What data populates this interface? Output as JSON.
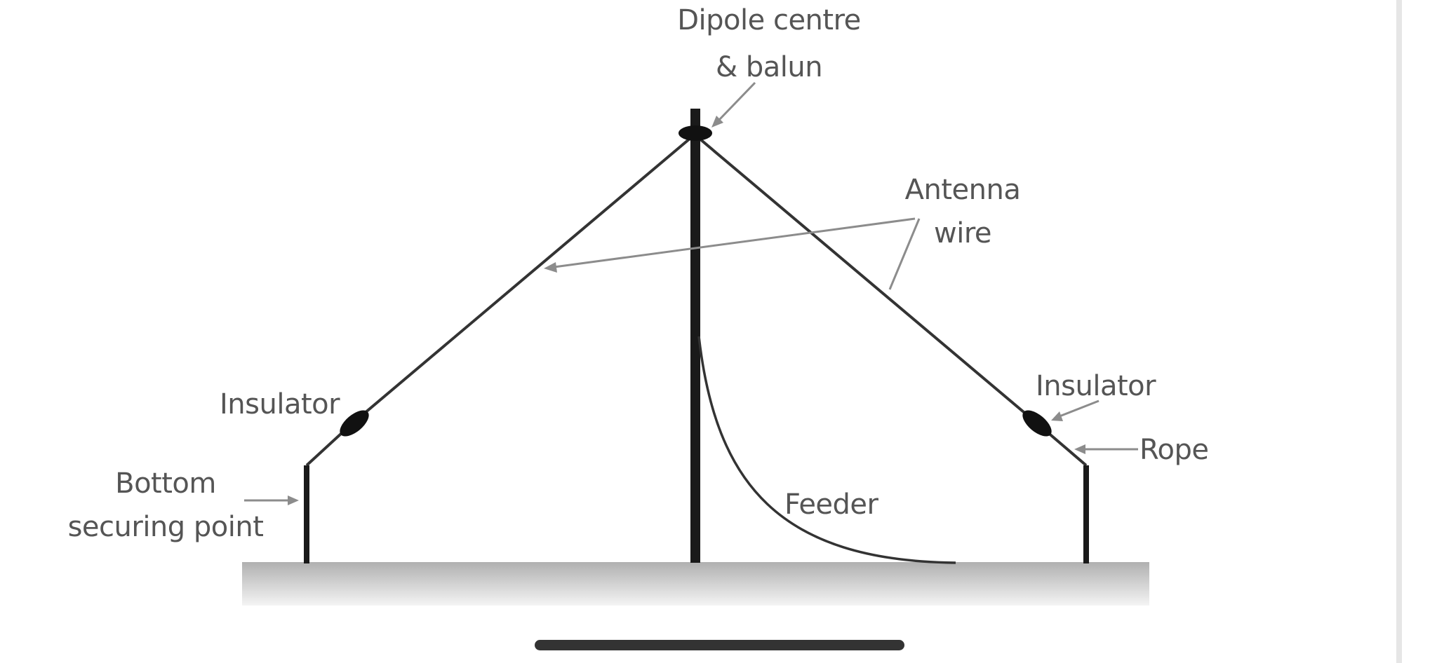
{
  "diagram": {
    "labels": {
      "dipole_centre": [
        "Dipole centre",
        "& balun"
      ],
      "antenna_wire": [
        "Antenna",
        "wire"
      ],
      "insulator_left": "Insulator",
      "insulator_right": "Insulator",
      "rope": "Rope",
      "bottom_securing_point": [
        "Bottom",
        "securing point"
      ],
      "feeder": "Feeder"
    },
    "colors": {
      "wire": "#333333",
      "mast": "#1a1a1a",
      "label_text": "#555555",
      "leader_line": "#8c8c8c",
      "ground_top": "#b5b5b5",
      "ground_bottom": "#f2f2f2"
    }
  },
  "ui": {
    "home_indicator": "home-indicator"
  }
}
